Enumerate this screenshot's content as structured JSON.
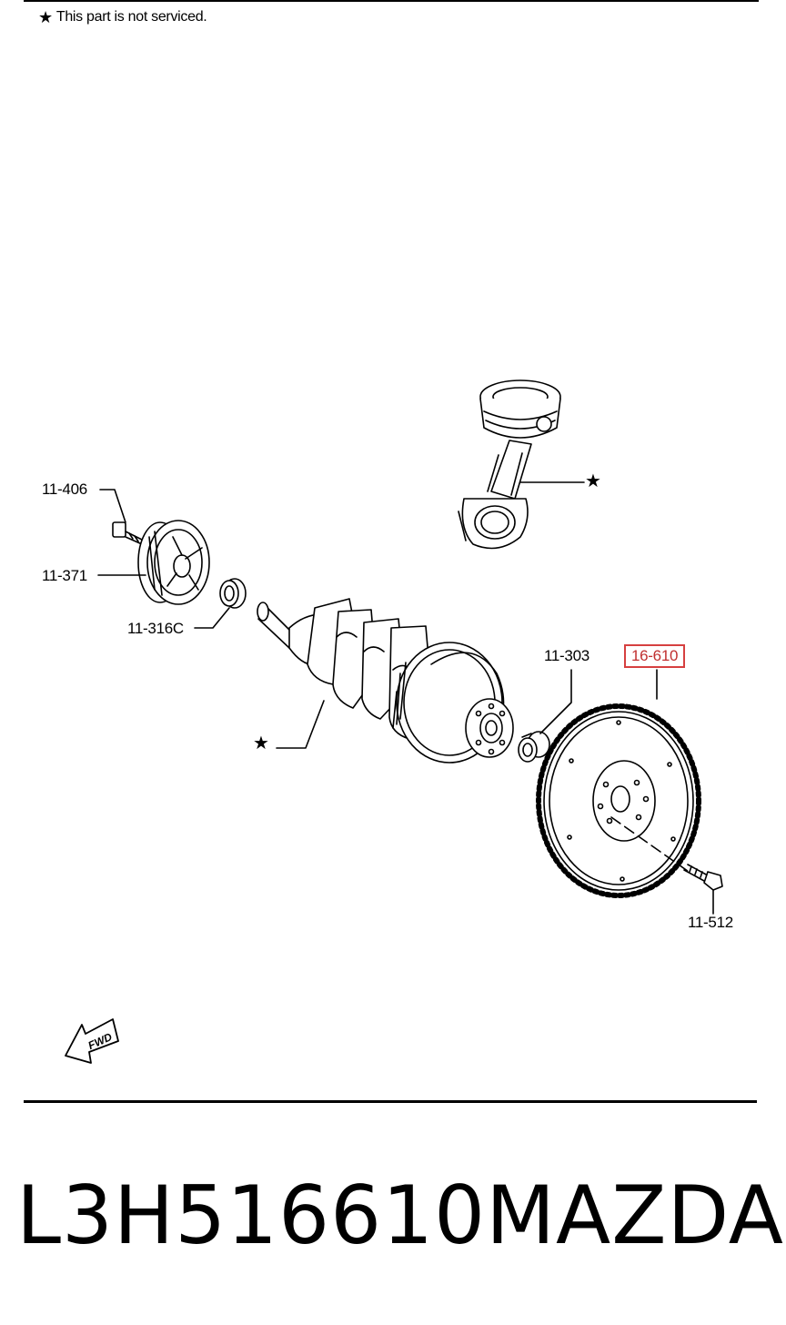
{
  "note": {
    "star": "★",
    "text": "This part is not serviced."
  },
  "callouts": {
    "c1": "11-406",
    "c2": "11-371",
    "c3": "11-316C",
    "c4": "11-303",
    "c5": "16-610",
    "c6": "11-512"
  },
  "stars": {
    "s1": "★",
    "s2": "★"
  },
  "fwd_label": "FWD",
  "footer": {
    "part_number": "L3H516610",
    "brand": "MAZDA"
  },
  "colors": {
    "highlight": "#d64040",
    "line": "#000000",
    "background": "#ffffff"
  }
}
